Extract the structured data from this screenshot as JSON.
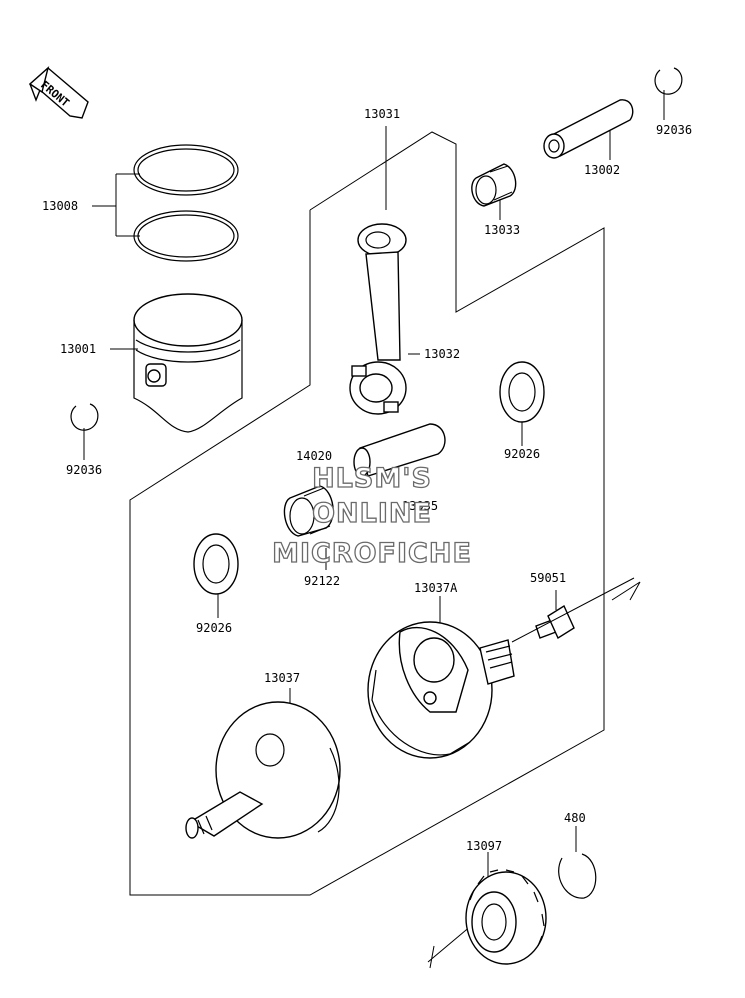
{
  "diagram": {
    "front_label": "FRONT",
    "labels": {
      "p13031": "13031",
      "p13008": "13008",
      "p13001": "13001",
      "p92036_left": "92036",
      "p92036_right": "92036",
      "p13002": "13002",
      "p13033": "13033",
      "p13032": "13032",
      "p92026_right": "92026",
      "p14020": "14020",
      "p13035": "13035",
      "p92122": "92122",
      "p92026_left": "92026",
      "p13037A": "13037A",
      "p59051": "59051",
      "p13037": "13037",
      "p480": "480",
      "p13097": "13097"
    },
    "watermark": [
      "HLSM'S",
      "ONLINE",
      "MICROFICHE"
    ]
  }
}
